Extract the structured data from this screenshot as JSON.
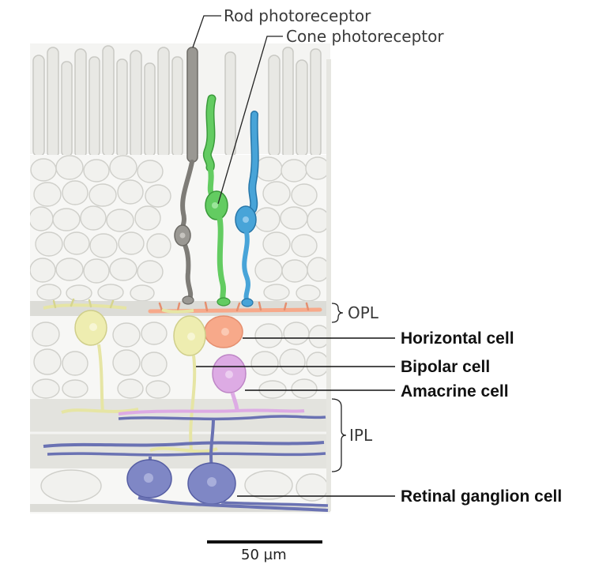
{
  "labels": {
    "rod": "Rod photoreceptor",
    "cone": "Cone photoreceptor",
    "opl": "OPL",
    "ipl": "IPL",
    "horizontal": "Horizontal cell",
    "bipolar": "Bipolar cell",
    "amacrine": "Amacrine cell",
    "ganglion": "Retinal ganglion cell",
    "scale": "50 µm"
  },
  "colors": {
    "rod": "#8f8d88",
    "cone_green": "#5cc85a",
    "cone_blue": "#3e9bd2",
    "horizontal": "#f7a98a",
    "bipolar": "#ecebac",
    "amacrine": "#d9a3e0",
    "ganglion": "#7b83c2",
    "tissue": "#e7e7e3",
    "layer_band": "#dcdcd7"
  }
}
